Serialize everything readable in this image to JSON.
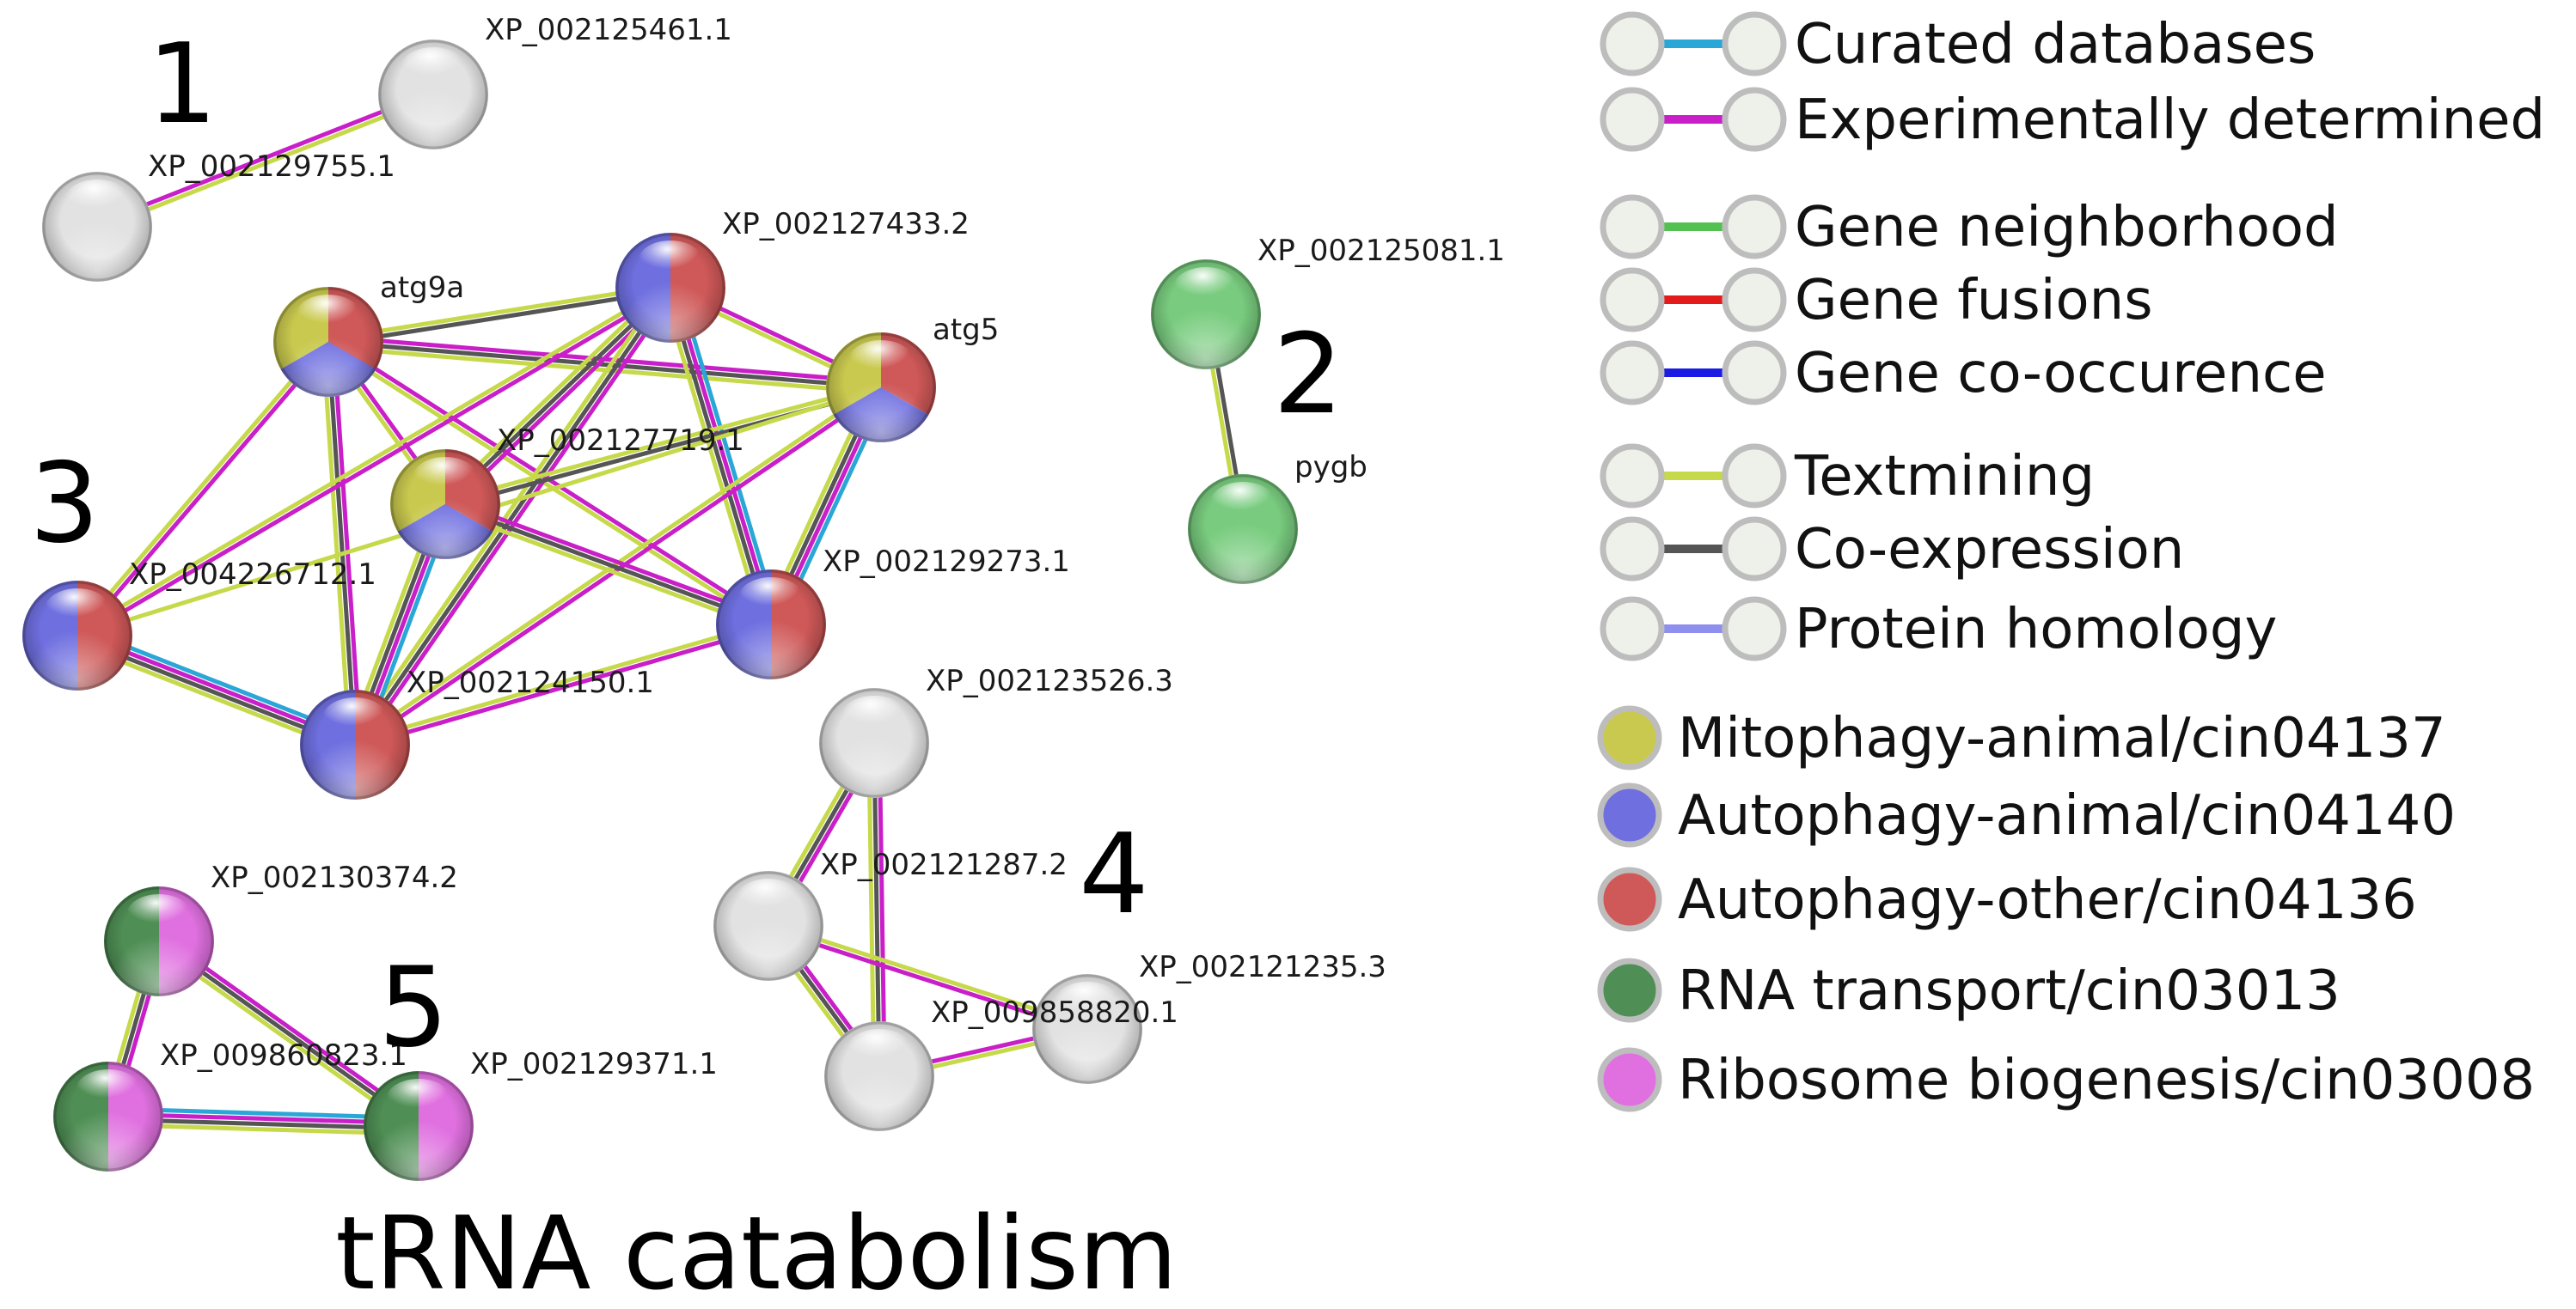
{
  "title": "tRNA catabolism",
  "colors": {
    "curated": "#2aa7d6",
    "experimental": "#c91fc9",
    "neighborhood": "#52c152",
    "fusion": "#e31b1b",
    "cooccurrence": "#1b1be3",
    "textmining": "#c6d94a",
    "coexpression": "#555555",
    "homology": "#8f8fef",
    "mitophagy": "#c9c94f",
    "autophagy_animal": "#6f6fe0",
    "autophagy_other": "#cf5858",
    "rna_transport": "#4f8f55",
    "ribosome": "#e070e0",
    "none": "#e2e2e2",
    "green_single": "#79cc7f"
  },
  "clusters": [
    {
      "label": "1"
    },
    {
      "label": "2"
    },
    {
      "label": "3"
    },
    {
      "label": "4"
    },
    {
      "label": "5"
    }
  ],
  "nodes": [
    {
      "id": "n1",
      "label": "XP_002125461.1",
      "fill": [
        "none"
      ]
    },
    {
      "id": "n2",
      "label": "XP_002129755.1",
      "fill": [
        "none"
      ]
    },
    {
      "id": "n3",
      "label": "XP_002125081.1",
      "fill": [
        "green_single"
      ]
    },
    {
      "id": "n4",
      "label": "pygb",
      "fill": [
        "green_single"
      ]
    },
    {
      "id": "n5",
      "label": "atg9a",
      "fill": [
        "mitophagy",
        "autophagy_other",
        "autophagy_animal"
      ]
    },
    {
      "id": "n6",
      "label": "XP_002127433.2",
      "fill": [
        "autophagy_animal",
        "autophagy_other"
      ]
    },
    {
      "id": "n7",
      "label": "atg5",
      "fill": [
        "mitophagy",
        "autophagy_other",
        "autophagy_animal"
      ]
    },
    {
      "id": "n8",
      "label": "XP_002127719.1",
      "fill": [
        "mitophagy",
        "autophagy_other",
        "autophagy_animal"
      ]
    },
    {
      "id": "n9",
      "label": "XP_004226712.1",
      "fill": [
        "autophagy_animal",
        "autophagy_other"
      ]
    },
    {
      "id": "n10",
      "label": "XP_002129273.1",
      "fill": [
        "autophagy_animal",
        "autophagy_other"
      ]
    },
    {
      "id": "n11",
      "label": "XP_002124150.1",
      "fill": [
        "autophagy_animal",
        "autophagy_other"
      ]
    },
    {
      "id": "n12",
      "label": "XP_002123526.3",
      "fill": [
        "none"
      ]
    },
    {
      "id": "n13",
      "label": "XP_002121287.2",
      "fill": [
        "none"
      ]
    },
    {
      "id": "n14",
      "label": "XP_002121235.3",
      "fill": [
        "none"
      ]
    },
    {
      "id": "n15",
      "label": "XP_009858820.1",
      "fill": [
        "none"
      ]
    },
    {
      "id": "n16",
      "label": "XP_002130374.2",
      "fill": [
        "rna_transport",
        "ribosome"
      ]
    },
    {
      "id": "n17",
      "label": "XP_009860823.1",
      "fill": [
        "rna_transport",
        "ribosome"
      ]
    },
    {
      "id": "n18",
      "label": "XP_002129371.1",
      "fill": [
        "rna_transport",
        "ribosome"
      ]
    }
  ],
  "edges": [
    {
      "a": "n1",
      "b": "n2",
      "types": [
        "textmining",
        "experimental"
      ]
    },
    {
      "a": "n3",
      "b": "n4",
      "types": [
        "coexpression",
        "textmining"
      ]
    },
    {
      "a": "n5",
      "b": "n6",
      "types": [
        "textmining",
        "coexpression"
      ]
    },
    {
      "a": "n5",
      "b": "n7",
      "types": [
        "experimental",
        "coexpression",
        "textmining"
      ]
    },
    {
      "a": "n5",
      "b": "n8",
      "types": [
        "experimental",
        "textmining"
      ]
    },
    {
      "a": "n5",
      "b": "n9",
      "types": [
        "experimental",
        "textmining"
      ]
    },
    {
      "a": "n5",
      "b": "n10",
      "types": [
        "experimental",
        "textmining"
      ]
    },
    {
      "a": "n5",
      "b": "n11",
      "types": [
        "experimental",
        "coexpression",
        "textmining"
      ]
    },
    {
      "a": "n6",
      "b": "n7",
      "types": [
        "experimental",
        "textmining"
      ]
    },
    {
      "a": "n6",
      "b": "n8",
      "types": [
        "experimental",
        "coexpression",
        "textmining"
      ]
    },
    {
      "a": "n6",
      "b": "n9",
      "types": [
        "experimental",
        "textmining"
      ]
    },
    {
      "a": "n6",
      "b": "n10",
      "types": [
        "curated",
        "experimental",
        "coexpression",
        "textmining"
      ]
    },
    {
      "a": "n6",
      "b": "n11",
      "types": [
        "experimental",
        "coexpression",
        "textmining"
      ]
    },
    {
      "a": "n7",
      "b": "n8",
      "types": [
        "coexpression",
        "textmining"
      ]
    },
    {
      "a": "n7",
      "b": "n10",
      "types": [
        "curated",
        "experimental",
        "coexpression",
        "textmining"
      ]
    },
    {
      "a": "n7",
      "b": "n11",
      "types": [
        "experimental",
        "textmining"
      ]
    },
    {
      "a": "n7",
      "b": "n9",
      "types": [
        "textmining"
      ]
    },
    {
      "a": "n8",
      "b": "n10",
      "types": [
        "experimental",
        "coexpression",
        "textmining"
      ]
    },
    {
      "a": "n8",
      "b": "n11",
      "types": [
        "curated",
        "experimental",
        "coexpression",
        "textmining"
      ]
    },
    {
      "a": "n9",
      "b": "n11",
      "types": [
        "curated",
        "experimental",
        "coexpression",
        "textmining"
      ]
    },
    {
      "a": "n10",
      "b": "n11",
      "types": [
        "experimental",
        "textmining"
      ]
    },
    {
      "a": "n12",
      "b": "n13",
      "types": [
        "experimental",
        "coexpression",
        "textmining"
      ]
    },
    {
      "a": "n12",
      "b": "n15",
      "types": [
        "experimental",
        "coexpression",
        "textmining"
      ]
    },
    {
      "a": "n13",
      "b": "n14",
      "types": [
        "textmining",
        "experimental"
      ]
    },
    {
      "a": "n13",
      "b": "n15",
      "types": [
        "experimental",
        "coexpression",
        "textmining"
      ]
    },
    {
      "a": "n15",
      "b": "n14",
      "types": [
        "experimental",
        "textmining"
      ]
    },
    {
      "a": "n16",
      "b": "n17",
      "types": [
        "experimental",
        "coexpression",
        "textmining"
      ]
    },
    {
      "a": "n16",
      "b": "n18",
      "types": [
        "experimental",
        "coexpression",
        "textmining"
      ]
    },
    {
      "a": "n17",
      "b": "n18",
      "types": [
        "curated",
        "experimental",
        "coexpression",
        "textmining"
      ]
    }
  ],
  "legend": {
    "edge_items": [
      {
        "label": "Curated databases",
        "color": "curated"
      },
      {
        "label": "Experimentally determined",
        "color": "experimental"
      },
      {
        "label": "Gene neighborhood",
        "color": "neighborhood"
      },
      {
        "label": "Gene fusions",
        "color": "fusion"
      },
      {
        "label": "Gene co-occurence",
        "color": "cooccurrence"
      },
      {
        "label": "Textmining",
        "color": "textmining"
      },
      {
        "label": "Co-expression",
        "color": "coexpression"
      },
      {
        "label": "Protein homology",
        "color": "homology"
      }
    ],
    "node_items": [
      {
        "label": "Mitophagy-animal/cin04137",
        "color": "mitophagy"
      },
      {
        "label": "Autophagy-animal/cin04140",
        "color": "autophagy_animal"
      },
      {
        "label": "Autophagy-other/cin04136",
        "color": "autophagy_other"
      },
      {
        "label": "RNA transport/cin03013",
        "color": "rna_transport"
      },
      {
        "label": "Ribosome biogenesis/cin03008",
        "color": "ribosome"
      }
    ]
  }
}
